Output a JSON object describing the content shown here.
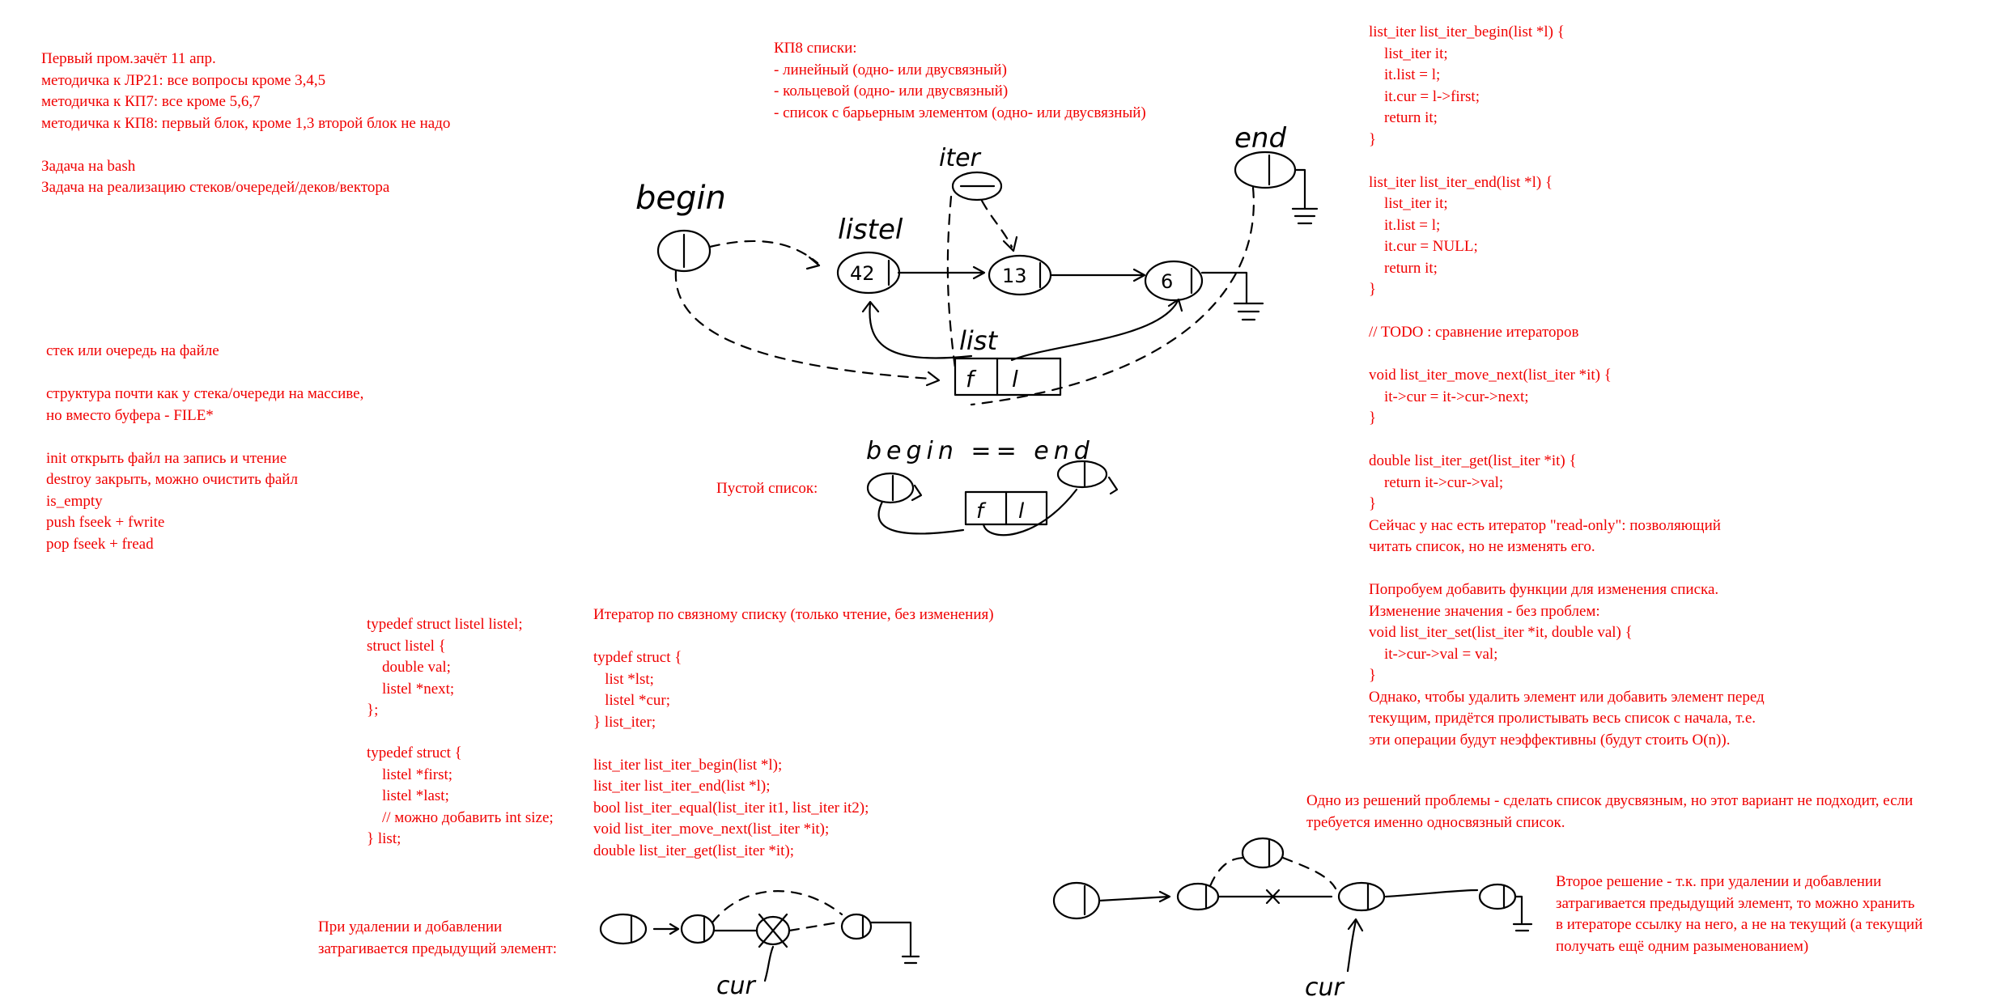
{
  "notes": {
    "exam": [
      "Первый пром.зачёт 11 апр.",
      "методичка к ЛР21: все вопросы кроме 3,4,5",
      "методичка к КП7: все кроме 5,6,7",
      "методичка к КП8: первый блок, кроме 1,3 второй блок не надо",
      "",
      "Задача на bash",
      "Задача на реализацию стеков/очередей/деков/вектора"
    ],
    "file_stack": [
      "стек или очередь на файле",
      "",
      "структура почти как у стека/очереди на массиве,",
      "но вместо буфера - FILE*",
      "",
      "init открыть файл на запись и чтение",
      "destroy закрыть, можно очистить файл",
      "is_empty",
      "push fseek + fwrite",
      "pop fseek + fread"
    ],
    "kp8_lists": [
      "КП8 списки:",
      "- линейный (одно- или двусвязный)",
      "- кольцевой (одно- или двусвязный)",
      "- список с барьерным элементом (одно- или двусвязный)"
    ],
    "empty_list_label": "Пустой список:",
    "struct_code": [
      "typedef struct listel listel;",
      "struct listel {",
      "    double val;",
      "    listel *next;",
      "};",
      "",
      "typedef struct {",
      "    listel *first;",
      "    listel *last;",
      "    // можно добавить int size;",
      "} list;"
    ],
    "iterator_decl": [
      "Итератор по связному списку (только чтение, без изменения)",
      "",
      "typdef struct {",
      "   list *lst;",
      "   listel *cur;",
      "} list_iter;",
      "",
      "list_iter list_iter_begin(list *l);",
      "list_iter list_iter_end(list *l);",
      "bool list_iter_equal(list_iter it1, list_iter it2);",
      "void list_iter_move_next(list_iter *it);",
      "double list_iter_get(list_iter *it);"
    ],
    "delete_note": [
      "При удалении и добавлении",
      "затрагивается предыдущий элемент:"
    ],
    "iter_impl": [
      "list_iter list_iter_begin(list *l) {",
      "    list_iter it;",
      "    it.list = l;",
      "    it.cur = l->first;",
      "    return it;",
      "}",
      "",
      "list_iter list_iter_end(list *l) {",
      "    list_iter it;",
      "    it.list = l;",
      "    it.cur = NULL;",
      "    return it;",
      "}",
      "",
      "// TODO : сравнение итераторов",
      "",
      "void list_iter_move_next(list_iter *it) {",
      "    it->cur = it->cur->next;",
      "}",
      "",
      "double list_iter_get(list_iter *it) {",
      "    return it->cur->val;",
      "}",
      "Сейчас у нас есть итератор \"read-only\": позволяющий",
      "читать список, но не изменять его.",
      "",
      "Попробуем добавить функции для изменения списка.",
      "Изменение значения - без проблем:",
      "void list_iter_set(list_iter *it, double val) {",
      "    it->cur->val = val;",
      "}",
      "Однако, чтобы удалить элемент или добавить элемент перед",
      "текущим, придётся пролистывать весь список с начала, т.е.",
      "эти операции будут неэффективны (будут стоить O(n))."
    ],
    "solution_one": [
      "Одно из решений проблемы - сделать список двусвязным, но этот вариант не подходит, если",
      "требуется именно односвязный список."
    ],
    "solution_two": [
      "Второе решение - т.к. при удалении и добавлении",
      "затрагивается предыдущий элемент, то можно хранить",
      "в итераторе ссылку на него, а не на текущий (а текущий",
      "получать ещё одним разыменованием)"
    ]
  },
  "sketch": {
    "begin": "begin",
    "listel": "listel",
    "iter": "iter",
    "end": "end",
    "node_values": [
      "42",
      "13",
      "6"
    ],
    "list": "list",
    "list_fields": [
      "f",
      "l"
    ],
    "empty_caption": "begin == end",
    "cur": "cur"
  },
  "colors": {
    "text": "#f00000",
    "ink": "#000000",
    "background": "#ffffff"
  }
}
